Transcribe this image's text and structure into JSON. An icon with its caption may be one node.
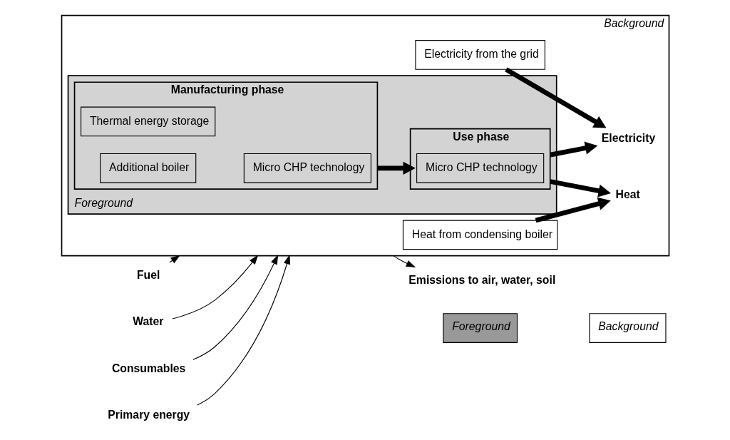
{
  "diagram": {
    "nodes": [
      {
        "text": [
          "Background"
        ]
      },
      {
        "text": [
          "Foreground"
        ],
        "in": 0
      },
      {
        "text": [
          "Manufacturing phase"
        ],
        "in": 1
      },
      {
        "text": [
          "Micro CHP technology"
        ],
        "in": 2
      },
      {
        "text": [
          "Thermal energy storage"
        ],
        "in": 2
      },
      {
        "text": [
          "Additional boiler"
        ],
        "in": 2
      },
      {
        "text": [
          "Use phase"
        ],
        "in": 1
      },
      {
        "text": [
          "Micro CHP technology"
        ],
        "in": 6
      },
      {
        "text": [
          "Electricity"
        ],
        "in": 0
      },
      {
        "text": [
          "Electricity from the grid"
        ],
        "in": 0
      },
      {
        "text": [
          "Heat"
        ],
        "in": 0
      },
      {
        "text": [
          "Heat from condensing boiler"
        ],
        "in": 0
      },
      {
        "text": [
          "Fuel"
        ]
      },
      {
        "text": [
          "Water"
        ]
      },
      {
        "text": [
          "Consumables"
        ]
      },
      {
        "text": [
          "Primary energy"
        ]
      },
      {
        "text": [
          "Emissions to air, water, soil"
        ]
      }
    ],
    "edges": [
      {
        "from": 2,
        "to": 6,
        "arrow": "to",
        "style": "thick"
      },
      {
        "from": 6,
        "to": 8,
        "arrow": "to",
        "style": "thick"
      },
      {
        "from": 9,
        "to": 8,
        "arrow": "to",
        "style": "thick"
      },
      {
        "from": 6,
        "to": 10,
        "arrow": "to",
        "style": "thick"
      },
      {
        "from": 11,
        "to": 10,
        "arrow": "to",
        "style": "thick"
      },
      {
        "from": 12,
        "to": 0,
        "arrow": "to"
      },
      {
        "from": 13,
        "to": 0,
        "arrow": "to"
      },
      {
        "from": 14,
        "to": 0,
        "arrow": "to"
      },
      {
        "from": 15,
        "to": 0,
        "arrow": "to"
      },
      {
        "from": 0,
        "to": 16,
        "arrow": "to"
      }
    ],
    "legend": [
      {
        "text": "Foreground",
        "color": "#999999"
      },
      {
        "text": "Background",
        "color": "#ffffff"
      }
    ]
  }
}
